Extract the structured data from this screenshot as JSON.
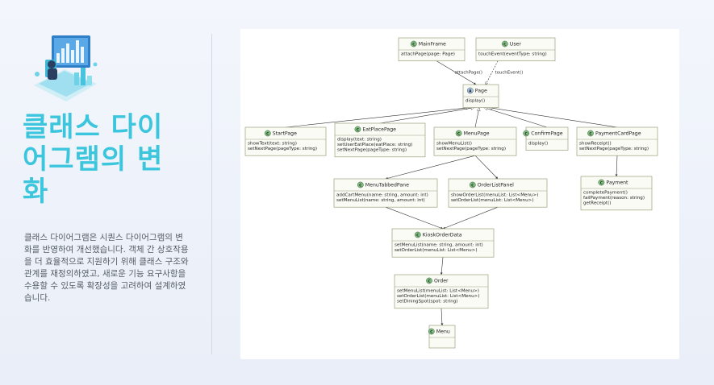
{
  "title_lines": [
    "클래스 다이",
    "어그램의 변",
    "화"
  ],
  "description_lines": [
    "클래스 다이어그램은 시퀀스 다이어그램의 변",
    "화를 반영하여 개선했습니다. 객체 간 상호작용",
    "을 더 효율적으로 지원하기 위해 클래스 구조와",
    "관계를 재정의하였고, 새로운 기능 요구사항을",
    "수용할 수 있도록 확장성을 고려하여 설계하였",
    "습니다."
  ],
  "colors": {
    "accent": "#3cc6dd",
    "class_badge": "#7fbf7f",
    "abstract_badge": "#a9c4e8"
  },
  "diagram": {
    "classes": [
      {
        "id": "MainFrame",
        "badge": "C",
        "name": "MainFrame",
        "methods": [
          "attachPage(page: Page)"
        ]
      },
      {
        "id": "User",
        "badge": "C",
        "name": "User",
        "methods": [
          "touchEvent(eventType: string)"
        ]
      },
      {
        "id": "Page",
        "badge": "A",
        "name": "Page",
        "methods": [
          "display()"
        ]
      },
      {
        "id": "StartPage",
        "badge": "C",
        "name": "StartPage",
        "methods": [
          "showText(text: string)",
          "setNextPage(pageType: string)"
        ]
      },
      {
        "id": "EatPlacePage",
        "badge": "C",
        "name": "EatPlacePage",
        "methods": [
          "display(text: string)",
          "setUserEatPlace(eatPlace: string)",
          "setNextPage(pageType: string)"
        ]
      },
      {
        "id": "MenuPage",
        "badge": "C",
        "name": "MenuPage",
        "methods": [
          "showMenuList()",
          "setNextPage(pageType: string)"
        ]
      },
      {
        "id": "ConfirmPage",
        "badge": "C",
        "name": "ConfirmPage",
        "methods": [
          "display()"
        ]
      },
      {
        "id": "PaymentCardPage",
        "badge": "C",
        "name": "PaymentCardPage",
        "methods": [
          "showReceipt()",
          "setNextPage(pageType: string)"
        ]
      },
      {
        "id": "MenuTabbedPane",
        "badge": "C",
        "name": "MenuTabbedPane",
        "methods": [
          "addCartMenu(name: string, amount: int)",
          "setMenuList(name: string, amount: int)"
        ]
      },
      {
        "id": "OrderListPanel",
        "badge": "C",
        "name": "OrderListPanel",
        "methods": [
          "showOrderList(menuList: List<Menu>)",
          "setOrderList(menuList: List<Menu>)"
        ]
      },
      {
        "id": "Payment",
        "badge": "C",
        "name": "Payment",
        "methods": [
          "completePayment()",
          "failPayment(reason: string)",
          "getReceipt()"
        ]
      },
      {
        "id": "KioskOrderData",
        "badge": "C",
        "name": "KioskOrderData",
        "methods": [
          "setMenuList(name: string, amount: int)",
          "setOrderList(menuList: List<Menu>)"
        ]
      },
      {
        "id": "Order",
        "badge": "C",
        "name": "Order",
        "methods": [
          "setMenuList(menuList: List<Menu>)",
          "setOrderList(menuList: List<Menu>)",
          "setDiningSpot(spot: string)"
        ]
      },
      {
        "id": "Menu",
        "badge": "C",
        "name": "Menu",
        "methods": []
      }
    ],
    "edges": [
      {
        "from": "MainFrame",
        "to": "Page",
        "kind": "assoc",
        "label": "attachPage()"
      },
      {
        "from": "User",
        "to": "Page",
        "kind": "dashed",
        "label": "touchEvent()"
      },
      {
        "from": "StartPage",
        "to": "Page",
        "kind": "inherit",
        "label": ""
      },
      {
        "from": "EatPlacePage",
        "to": "Page",
        "kind": "inherit",
        "label": ""
      },
      {
        "from": "MenuPage",
        "to": "Page",
        "kind": "inherit",
        "label": ""
      },
      {
        "from": "ConfirmPage",
        "to": "Page",
        "kind": "inherit",
        "label": ""
      },
      {
        "from": "PaymentCardPage",
        "to": "Page",
        "kind": "inherit",
        "label": ""
      },
      {
        "from": "MenuPage",
        "to": "MenuTabbedPane",
        "kind": "assoc",
        "label": ""
      },
      {
        "from": "MenuPage",
        "to": "OrderListPanel",
        "kind": "assoc",
        "label": ""
      },
      {
        "from": "PaymentCardPage",
        "to": "Payment",
        "kind": "assoc",
        "label": ""
      },
      {
        "from": "MenuTabbedPane",
        "to": "KioskOrderData",
        "kind": "assoc",
        "label": ""
      },
      {
        "from": "OrderListPanel",
        "to": "KioskOrderData",
        "kind": "assoc",
        "label": ""
      },
      {
        "from": "KioskOrderData",
        "to": "Order",
        "kind": "assoc",
        "label": ""
      },
      {
        "from": "Order",
        "to": "Menu",
        "kind": "assoc",
        "label": ""
      }
    ]
  }
}
